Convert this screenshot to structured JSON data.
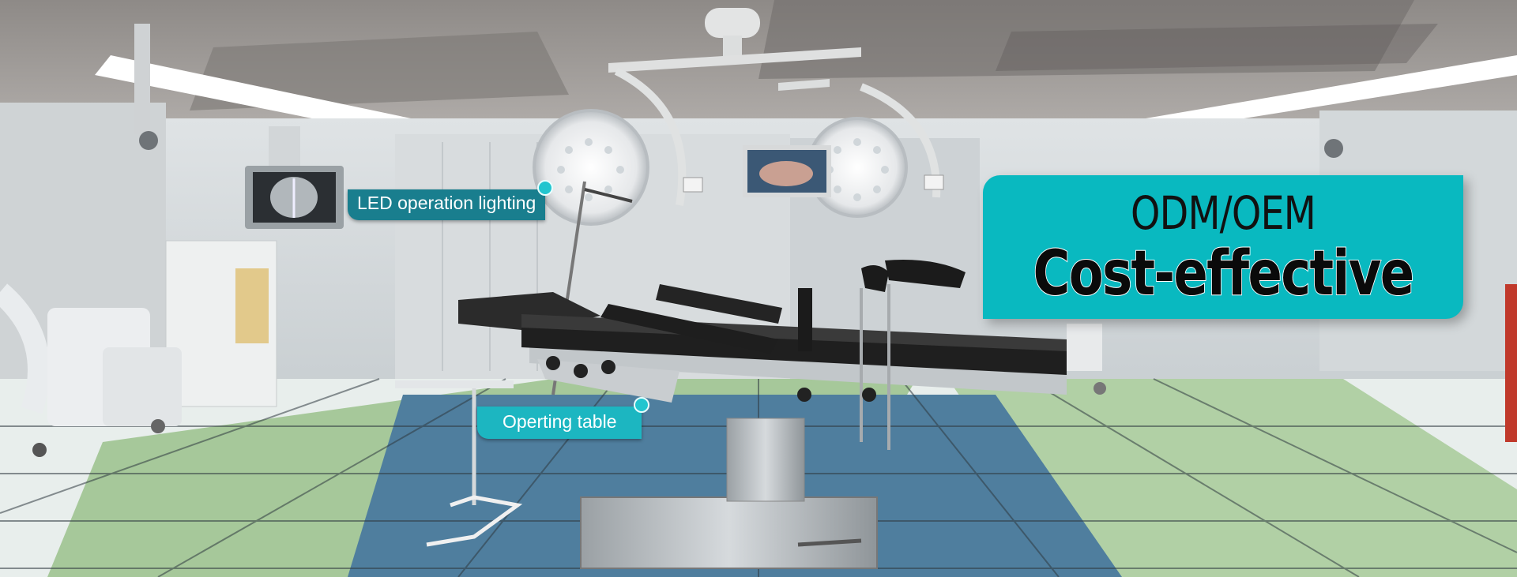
{
  "labels": {
    "lighting": "LED operation lighting",
    "table": "Operting table"
  },
  "promo": {
    "line1": "ODM/OEM",
    "line2": "Cost-effective"
  },
  "colors": {
    "accent_teal": "#09b9c0",
    "label_teal": "#1a8896",
    "dot_teal": "#22c5cf"
  }
}
